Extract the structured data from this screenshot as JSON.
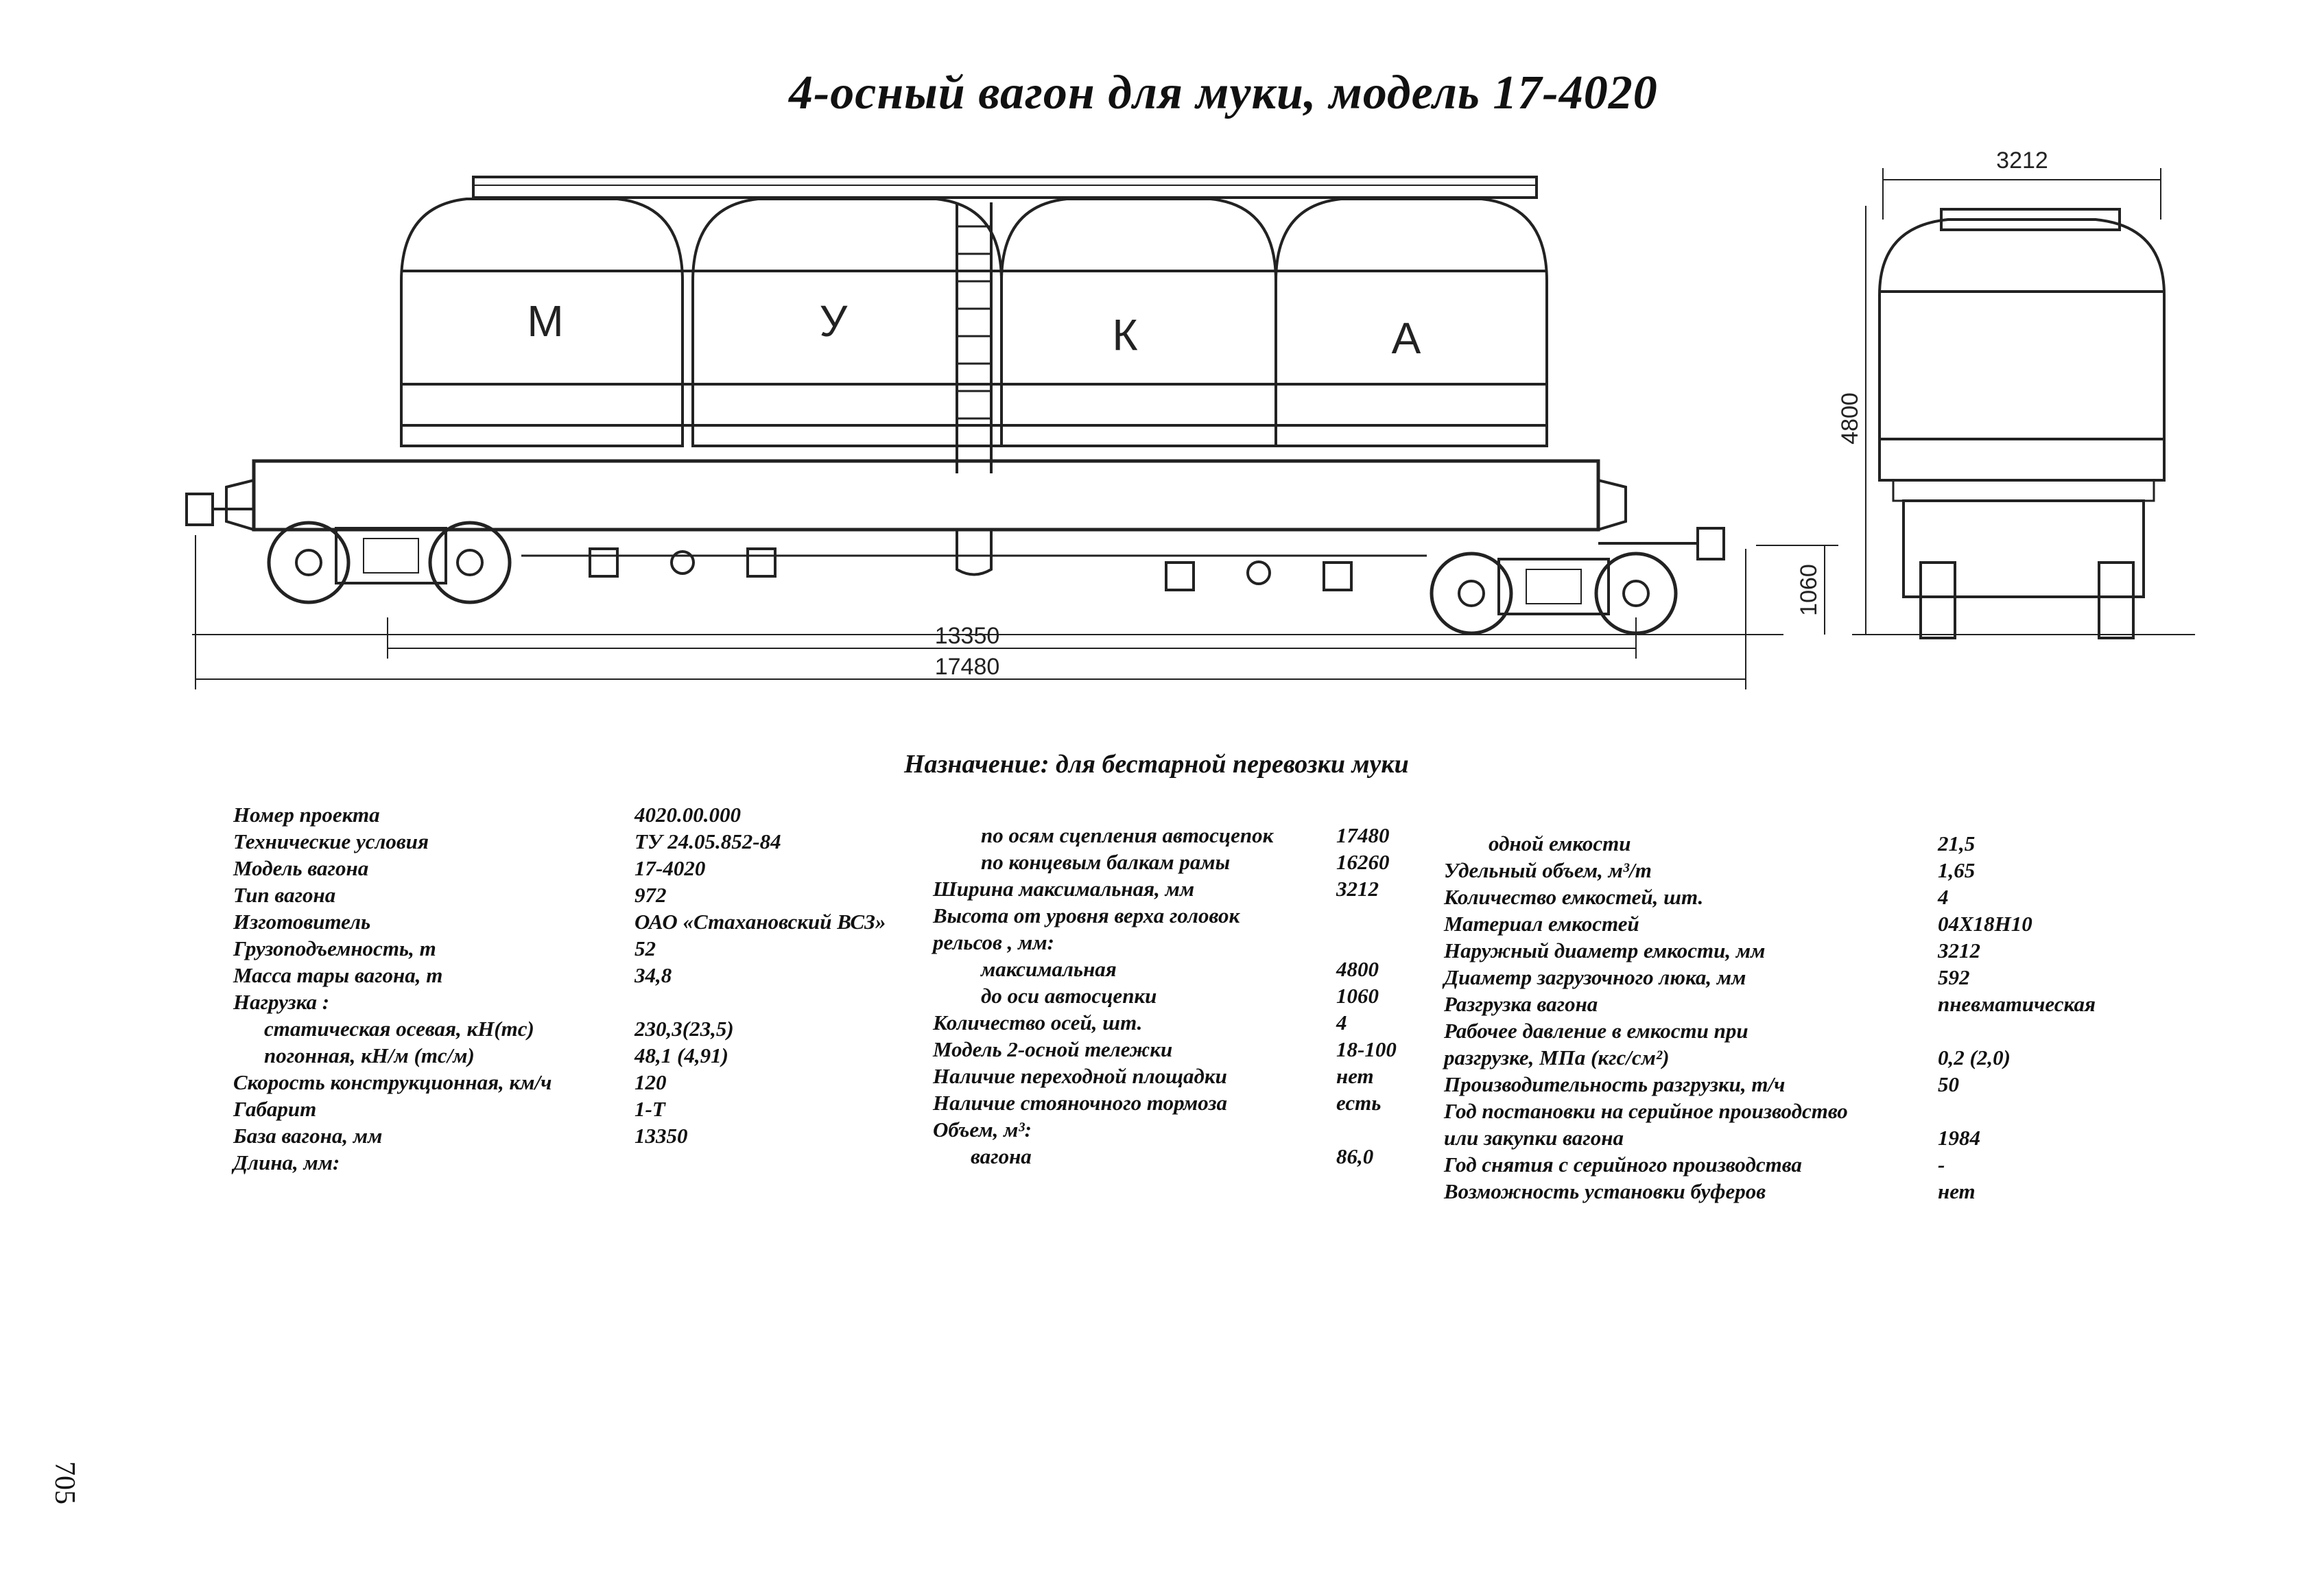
{
  "title": "4-осный вагон для муки, модель 17-4020",
  "purpose": "Назначение: для бестарной перевозки муки",
  "tank_letters": [
    "М",
    "У",
    "К",
    "А"
  ],
  "dimensions": {
    "length_couplers": "17480",
    "base": "13350",
    "height_coupler": "1060",
    "height_total": "4800",
    "width": "3212"
  },
  "spec_columns": [
    {
      "rows": [
        {
          "label": "Номер проекта",
          "value": "4020.00.000",
          "indent": 0
        },
        {
          "label": "Технические условия",
          "value": "ТУ 24.05.852-84",
          "indent": 0
        },
        {
          "label": "Модель вагона",
          "value": "17-4020",
          "indent": 0
        },
        {
          "label": "Тип вагона",
          "value": "972",
          "indent": 0
        },
        {
          "label": "Изготовитель",
          "value": "ОАО «Стахановский ВСЗ»",
          "indent": 0
        },
        {
          "label": "Грузоподъемность, т",
          "value": "52",
          "indent": 0
        },
        {
          "label": "Масса тары вагона, т",
          "value": "34,8",
          "indent": 0
        },
        {
          "label": "Нагрузка :",
          "value": "",
          "indent": 0
        },
        {
          "label": "статическая осевая, кН(тс)",
          "value": "230,3(23,5)",
          "indent": 1
        },
        {
          "label": "погонная, кН/м (тс/м)",
          "value": "48,1 (4,91)",
          "indent": 1
        },
        {
          "label": "Скорость конструкционная, км/ч",
          "value": "120",
          "indent": 0
        },
        {
          "label": "Габарит",
          "value": "1-Т",
          "indent": 0
        },
        {
          "label": "База вагона, мм",
          "value": "13350",
          "indent": 0
        },
        {
          "label": "Длина, мм:",
          "value": "",
          "indent": 0
        }
      ]
    },
    {
      "rows": [
        {
          "label": "по осям сцепления автосцепок",
          "value": "17480",
          "indent": 1
        },
        {
          "label": "по концевым балкам рамы",
          "value": "16260",
          "indent": 1
        },
        {
          "label": "Ширина максимальная, мм",
          "value": "3212",
          "indent": 0
        },
        {
          "label": "Высота от уровня верха головок",
          "value": "",
          "indent": 0
        },
        {
          "label": "рельсов , мм:",
          "value": "",
          "indent": 0
        },
        {
          "label": "максимальная",
          "value": "4800",
          "indent": 1
        },
        {
          "label": "до оси автосцепки",
          "value": "1060",
          "indent": 1
        },
        {
          "label": "Количество осей, шт.",
          "value": "4",
          "indent": 0
        },
        {
          "label": "Модель 2-осной тележки",
          "value": "18-100",
          "indent": 0
        },
        {
          "label": "Наличие переходной площадки",
          "value": "нет",
          "indent": 0
        },
        {
          "label": "Наличие стояночного тормоза",
          "value": "есть",
          "indent": 0
        },
        {
          "label": "Объем, м³:",
          "value": "",
          "indent": 0
        },
        {
          "label": "вагона",
          "value": "86,0",
          "indent": 1
        }
      ]
    },
    {
      "rows": [
        {
          "label": "одной емкости",
          "value": "21,5",
          "indent": 1
        },
        {
          "label": "Удельный объем, м³/т",
          "value": "1,65",
          "indent": 0
        },
        {
          "label": "Количество емкостей, шт.",
          "value": "4",
          "indent": 0
        },
        {
          "label": "Материал емкостей",
          "value": "04Х18Н10",
          "indent": 0
        },
        {
          "label": "Наружный диаметр емкости, мм",
          "value": "3212",
          "indent": 0
        },
        {
          "label": "Диаметр загрузочного люка, мм",
          "value": "592",
          "indent": 0
        },
        {
          "label": "Разгрузка вагона",
          "value": "пневматическая",
          "indent": 0
        },
        {
          "label": "Рабочее давление в емкости при",
          "value": "",
          "indent": 0
        },
        {
          "label": "разгрузке, МПа (кгс/см²)",
          "value": "0,2 (2,0)",
          "indent": 0
        },
        {
          "label": "Производительность разгрузки, т/ч",
          "value": "50",
          "indent": 0
        },
        {
          "label": "Год постановки на серийное производство",
          "value": "",
          "indent": 0
        },
        {
          "label": "или закупки вагона",
          "value": "1984",
          "indent": 0
        },
        {
          "label": "Год снятия с серийного производства",
          "value": "-",
          "indent": 0
        },
        {
          "label": "Возможность установки буферов",
          "value": "нет",
          "indent": 0
        }
      ]
    }
  ],
  "page_number": "705"
}
